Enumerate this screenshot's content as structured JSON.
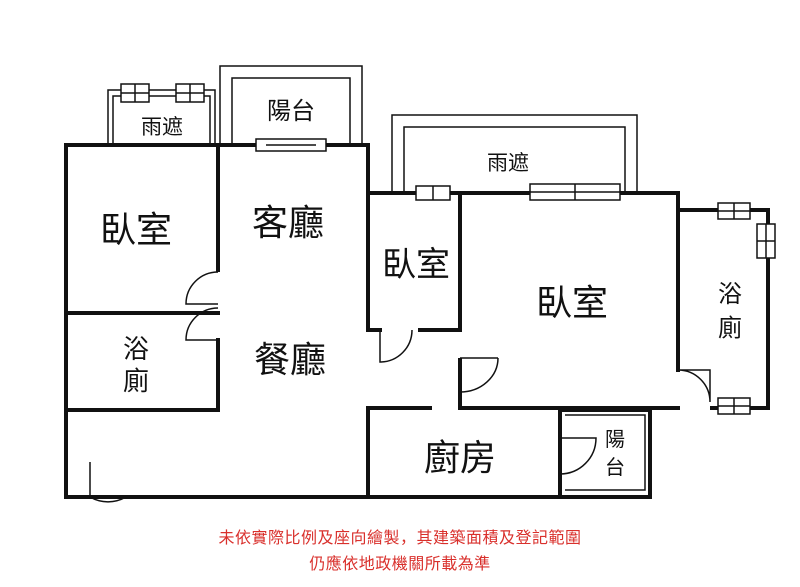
{
  "floorplan": {
    "rooms": {
      "bedroom_left": "臥室",
      "living_room": "客廳",
      "bedroom_small": "臥室",
      "bedroom_master": "臥室",
      "bath_left": "浴\n廁",
      "dining_room": "餐廳",
      "bath_right": "浴\n廁",
      "kitchen": "廚房",
      "balcony_top": "陽台",
      "balcony_right": "陽\n台",
      "canopy_left": "雨遮",
      "canopy_right": "雨遮"
    }
  },
  "disclaimer": {
    "line1": "未依實際比例及座向繪製，其建築面積及登記範圍",
    "line2": "仍應依地政機關所載為準"
  },
  "colors": {
    "walls": "#111111",
    "disclaimer": "#d9302c",
    "background": "#ffffff"
  }
}
